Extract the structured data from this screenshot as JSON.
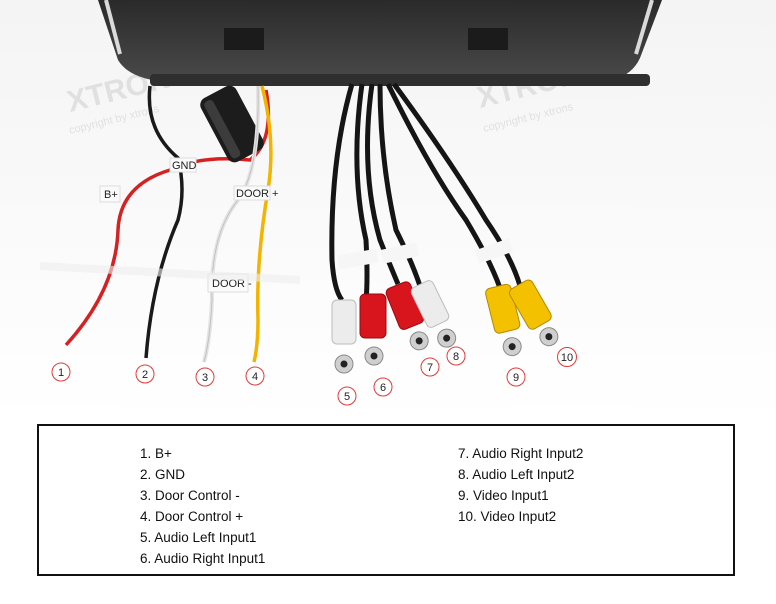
{
  "watermark": {
    "brand": "XTRONS",
    "copyright": "copyright by xtrons"
  },
  "wire_labels": {
    "b_plus": "B+",
    "gnd": "GND",
    "door_minus": "DOOR -",
    "door_plus": "DOOR +"
  },
  "callouts": [
    "1",
    "2",
    "3",
    "4",
    "5",
    "6",
    "7",
    "8",
    "9",
    "10"
  ],
  "legend": {
    "left": [
      "1. B+",
      "2. GND",
      "3. Door Control -",
      "4. Door Control +",
      "5. Audio Left Input1",
      "6. Audio Right Input1"
    ],
    "right": [
      "7. Audio Right Input2",
      "8. Audio Left Input2",
      "9. Video Input1",
      "10. Video Input2"
    ]
  },
  "colors": {
    "red_wire": "#d42222",
    "black_wire": "#1a1a1a",
    "white_wire": "#e8e8e8",
    "yellow_wire": "#f2b400",
    "rca_red": "#d8151c",
    "rca_white": "#ececec",
    "rca_yellow": "#f4c100"
  }
}
